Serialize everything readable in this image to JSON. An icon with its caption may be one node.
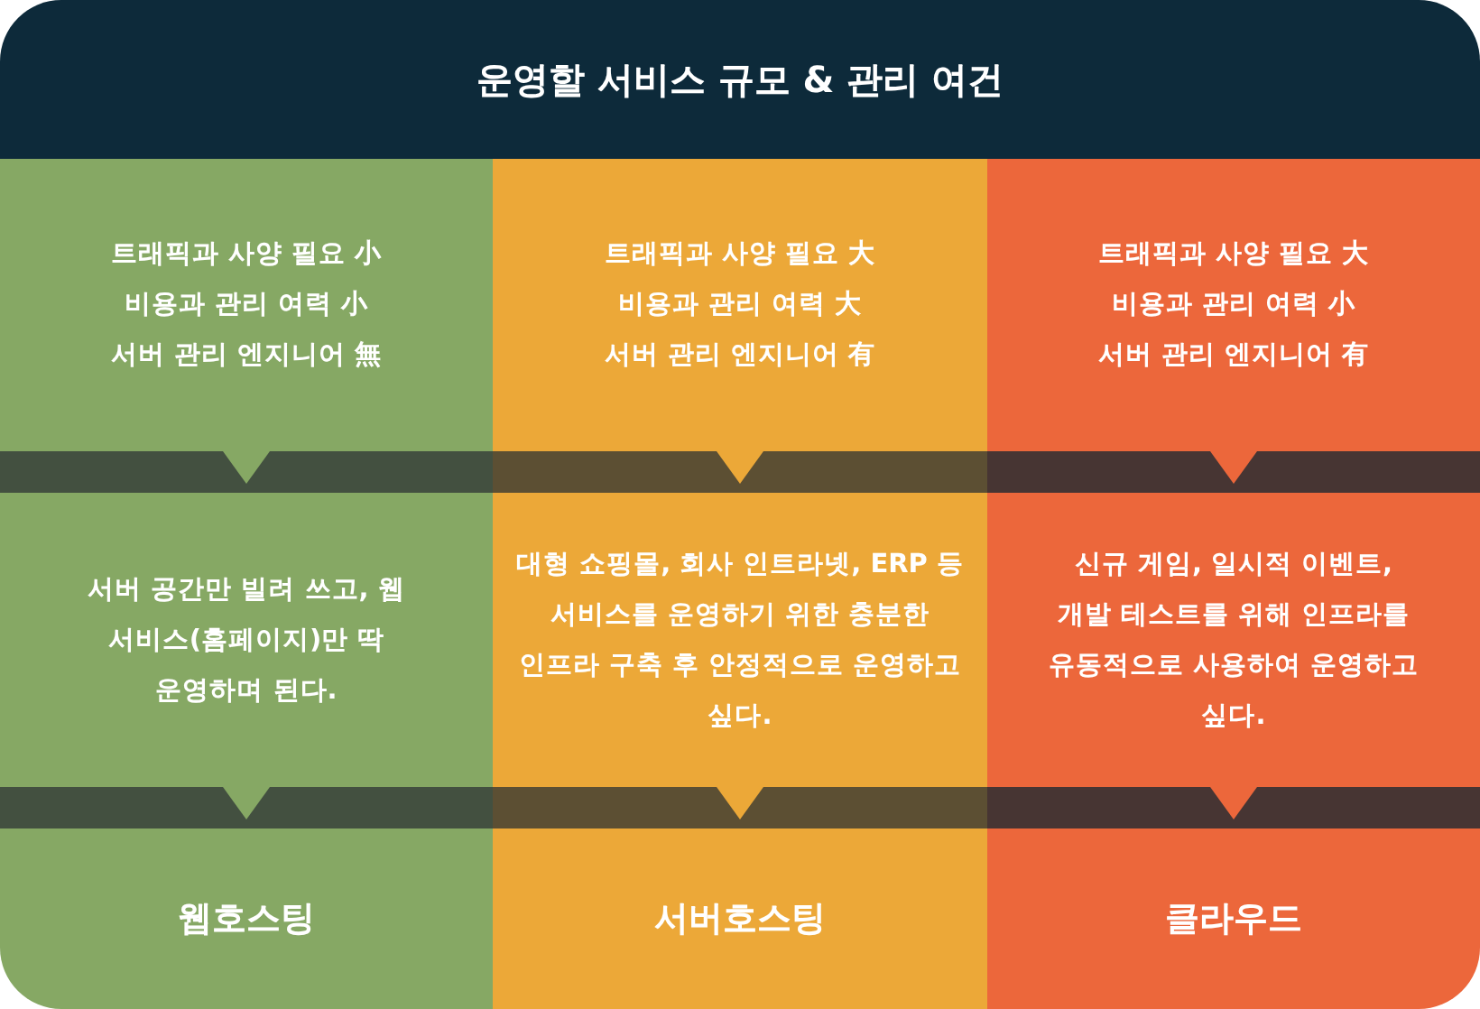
{
  "diagram": {
    "title": "운영할 서비스 규모 & 관리 여건",
    "nodes": [
      {
        "text": [
          "트래픽과 사양 필요 小",
          "비용과 관리 여력 小",
          "서버 관리 엔지니어 無"
        ]
      },
      {
        "text": [
          "트래픽과 사양 필요 大",
          "비용과 관리 여력 大",
          "서버 관리 엔지니어 有"
        ]
      },
      {
        "text": [
          "트래픽과 사양 필요 大",
          "비용과 관리 여력 小",
          "서버 관리 엔지니어 有"
        ]
      },
      {
        "text": [
          "서버 공간만 빌려 쓰고, 웹 서비스(홈페이지)만 딱 운영하며 된다."
        ]
      },
      {
        "text": [
          "대형 쇼핑몰, 회사 인트라넷, ERP 등 서비스를 운영하기 위한 충분한 인프라 구축 후 안정적으로 운영하고 싶다."
        ]
      },
      {
        "text": [
          "신규 게임, 일시적 이벤트, 개발 테스트를 위해 인프라를 유동적으로 사용하여 운영하고 싶다."
        ]
      },
      {
        "text": [
          "웹호스팅"
        ]
      },
      {
        "text": [
          "서버호스팅"
        ]
      },
      {
        "text": [
          "클라우드"
        ]
      }
    ],
    "edges": [
      {
        "from": 0,
        "to": 3,
        "arrow": "to"
      },
      {
        "from": 1,
        "to": 4,
        "arrow": "to"
      },
      {
        "from": 2,
        "to": 5,
        "arrow": "to"
      },
      {
        "from": 3,
        "to": 6,
        "arrow": "to"
      },
      {
        "from": 4,
        "to": 7,
        "arrow": "to"
      },
      {
        "from": 5,
        "to": 8,
        "arrow": "to"
      }
    ]
  }
}
